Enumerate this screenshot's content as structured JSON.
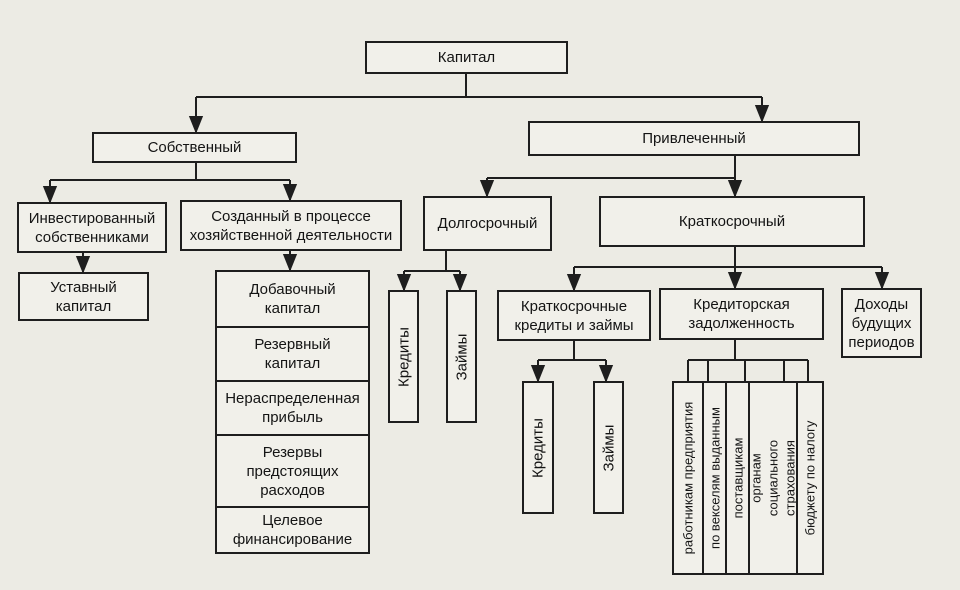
{
  "root": "Капитал",
  "own": "Собственный",
  "borrowed": "Привлеченный",
  "invested": "Инвестированный\nсобственниками",
  "created": "Созданный в процессе\nхозяйственной деятельности",
  "long_term": "Долгосрочный",
  "short_term": "Краткосрочный",
  "charter": "Уставный\nкапитал",
  "created_items": [
    "Добавочный\nкапитал",
    "Резервный\nкапитал",
    "Нераспределенная\nприбыль",
    "Резервы\nпредстоящих\nрасходов",
    "Целевое\nфинансирование"
  ],
  "long_credits": "Кредиты",
  "long_loans": "Займы",
  "st_credits_loans": "Краткосрочные\nкредиты и займы",
  "payables": "Кредиторская\nзадолженность",
  "deferred_income": "Доходы\nбудущих\nпериодов",
  "st_credits": "Кредиты",
  "st_loans": "Займы",
  "payables_items": [
    "работникам предприятия",
    "по векселям выданным",
    "поставщикам",
    "органам социального\nстрахования",
    "бюджету по налогу"
  ]
}
